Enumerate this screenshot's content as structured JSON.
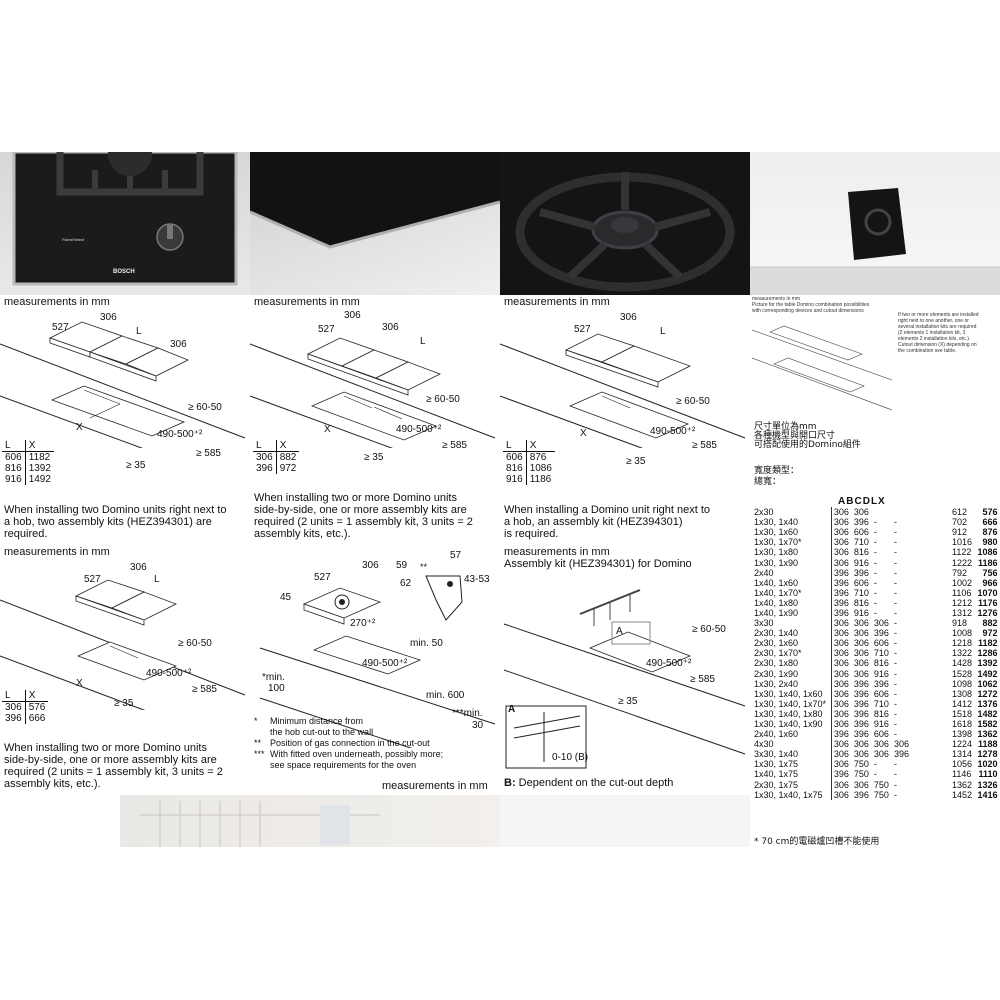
{
  "photos": {
    "brand_label": "BOSCH",
    "flame_label": "FlameSelect"
  },
  "panels": [
    {
      "caption": "measurements in mm",
      "dims": [
        "527",
        "306",
        "L",
        "306",
        "≥ 60-50",
        "X",
        "490-500⁺²",
        "≥ 585",
        "≥ 35"
      ],
      "table": {
        "headers": [
          "L",
          "X"
        ],
        "rows": [
          [
            "606",
            "1182"
          ],
          [
            "816",
            "1392"
          ],
          [
            "916",
            "1492"
          ]
        ]
      },
      "text": [
        "When installing two Domino units right next to",
        "a hob, two assembly kits (HEZ394301) are",
        "required."
      ]
    },
    {
      "caption": "measurements in mm",
      "dims": [
        "527",
        "306",
        "306",
        "L",
        "≥ 60-50",
        "X",
        "490-500⁺²",
        "≥ 585",
        "≥ 35"
      ],
      "table": {
        "headers": [
          "L",
          "X"
        ],
        "rows": [
          [
            "306",
            "882"
          ],
          [
            "396",
            "972"
          ]
        ]
      },
      "text": [
        "When installing two or more Domino units",
        "side-by-side, one or more assembly kits are",
        "required (2 units = 1 assembly kit, 3 units = 2",
        "assembly kits, etc.)."
      ]
    },
    {
      "caption": "measurements in mm",
      "dims": [
        "527",
        "306",
        "L",
        "≥ 60-50",
        "X",
        "490-500⁺²",
        "≥ 585",
        "≥ 35"
      ],
      "table": {
        "headers": [
          "L",
          "X"
        ],
        "rows": [
          [
            "606",
            "876"
          ],
          [
            "816",
            "1086"
          ],
          [
            "916",
            "1186"
          ]
        ]
      },
      "text": [
        "When installing a Domino unit right next to",
        "a hob, an assembly kit (HEZ394301)",
        "is required."
      ]
    },
    {
      "caption": "measurements in mm",
      "dims": [
        "527",
        "306",
        "L",
        "≥ 60-50",
        "X",
        "490-500⁺²",
        "≥ 585",
        "≥ 35"
      ],
      "table": {
        "headers": [
          "L",
          "X"
        ],
        "rows": [
          [
            "306",
            "576"
          ],
          [
            "396",
            "666"
          ]
        ]
      },
      "text": [
        "When installing two or more Domino units",
        "side-by-side, one or more assembly kits are",
        "required (2 units = 1 assembly kit, 3 units = 2",
        "assembly kits, etc.)."
      ]
    },
    {
      "dims": [
        "306",
        "59",
        "527",
        "62",
        "45",
        "57",
        "**",
        "43-53",
        "270⁺²",
        "min. 50",
        "490-500⁺²",
        "*min.",
        "100",
        "min. 600",
        "***min.",
        "30"
      ],
      "notes": [
        {
          "mark": "*",
          "text": "Minimum distance from"
        },
        {
          "mark": "",
          "text": "the hob cut-out to the wall"
        },
        {
          "mark": "**",
          "text": "Position of gas connection in the cut-out"
        },
        {
          "mark": "***",
          "text": "With fitted oven underneath, possibly more;"
        },
        {
          "mark": "",
          "text": "see space requirements for the oven"
        }
      ],
      "caption": "measurements in mm"
    },
    {
      "caption": "measurements in mm",
      "caption2": "Assembly kit (HEZ394301) for Domino",
      "dims": [
        "A",
        "≥ 60-50",
        "490-500⁺²",
        "≥ 585",
        "≥ 35",
        "A",
        "0-10 (B)"
      ],
      "note_label": "B:",
      "note_text": "Dependent on the cut-out depth"
    }
  ],
  "right_panel": {
    "mini_lines": [
      "measurements in mm",
      "Picture for the table Domino combination possibilities",
      "with corresponding devices and cutout dimensions"
    ],
    "mini_note": [
      "If two or more elements are installed",
      "right next to one another, one or",
      "several installation kits are required",
      "(2 elements 1 installation kit, 3",
      "elements 2 installation kits, etc.).",
      "",
      "Cutout dimension (X) depending on",
      "the combination see table."
    ],
    "zh_lines": [
      "尺寸單位為mm",
      "各種機型與開口尺寸",
      "可搭配使用的Domino組件"
    ],
    "zh_width": [
      "寬度類型：",
      "總寬："
    ],
    "table_headers": [
      "A",
      "B",
      "C",
      "D",
      "L",
      "X"
    ],
    "rows": [
      [
        "2x30",
        "306",
        "306",
        "",
        "",
        "612",
        "576"
      ],
      [
        "1x30, 1x40",
        "306",
        "396",
        "-",
        "-",
        "702",
        "666"
      ],
      [
        "1x30, 1x60",
        "306",
        "606",
        "-",
        "-",
        "912",
        "876"
      ],
      [
        "1x30, 1x70*",
        "306",
        "710",
        "-",
        "-",
        "1016",
        "980"
      ],
      [
        "1x30, 1x80",
        "306",
        "816",
        "-",
        "-",
        "1122",
        "1086"
      ],
      [
        "1x30, 1x90",
        "306",
        "916",
        "-",
        "-",
        "1222",
        "1186"
      ],
      [
        "2x40",
        "396",
        "396",
        "-",
        "-",
        "792",
        "756"
      ],
      [
        "1x40, 1x60",
        "396",
        "606",
        "-",
        "-",
        "1002",
        "966"
      ],
      [
        "1x40, 1x70*",
        "396",
        "710",
        "-",
        "-",
        "1106",
        "1070"
      ],
      [
        "1x40, 1x80",
        "396",
        "816",
        "-",
        "-",
        "1212",
        "1176"
      ],
      [
        "1x40, 1x90",
        "396",
        "916",
        "-",
        "-",
        "1312",
        "1276"
      ],
      [
        "3x30",
        "306",
        "306",
        "306",
        "-",
        "918",
        "882"
      ],
      [
        "2x30, 1x40",
        "306",
        "306",
        "396",
        "-",
        "1008",
        "972"
      ],
      [
        "2x30, 1x60",
        "306",
        "306",
        "606",
        "-",
        "1218",
        "1182"
      ],
      [
        "2x30, 1x70*",
        "306",
        "306",
        "710",
        "-",
        "1322",
        "1286"
      ],
      [
        "2x30, 1x80",
        "306",
        "306",
        "816",
        "-",
        "1428",
        "1392"
      ],
      [
        "2x30, 1x90",
        "306",
        "306",
        "916",
        "-",
        "1528",
        "1492"
      ],
      [
        "1x30, 2x40",
        "306",
        "396",
        "396",
        "-",
        "1098",
        "1062"
      ],
      [
        "1x30, 1x40, 1x60",
        "306",
        "396",
        "606",
        "-",
        "1308",
        "1272"
      ],
      [
        "1x30, 1x40, 1x70*",
        "306",
        "396",
        "710",
        "-",
        "1412",
        "1376"
      ],
      [
        "1x30, 1x40, 1x80",
        "306",
        "396",
        "816",
        "-",
        "1518",
        "1482"
      ],
      [
        "1x30, 1x40, 1x90",
        "306",
        "396",
        "916",
        "-",
        "1618",
        "1582"
      ],
      [
        "2x40, 1x60",
        "396",
        "396",
        "606",
        "-",
        "1398",
        "1362"
      ],
      [
        "4x30",
        "306",
        "306",
        "306",
        "306",
        "1224",
        "1188"
      ],
      [
        "3x30, 1x40",
        "306",
        "306",
        "306",
        "396",
        "1314",
        "1278"
      ],
      [
        "1x30, 1x75",
        "306",
        "750",
        "-",
        "-",
        "1056",
        "1020"
      ],
      [
        "1x40, 1x75",
        "396",
        "750",
        "-",
        "-",
        "1146",
        "1110"
      ],
      [
        "2x30, 1x75",
        "306",
        "306",
        "750",
        "-",
        "1362",
        "1326"
      ],
      [
        "1x30, 1x40, 1x75",
        "306",
        "396",
        "750",
        "-",
        "1452",
        "1416"
      ]
    ],
    "footnote": "* 70 cm的電磁爐凹槽不能使用"
  }
}
